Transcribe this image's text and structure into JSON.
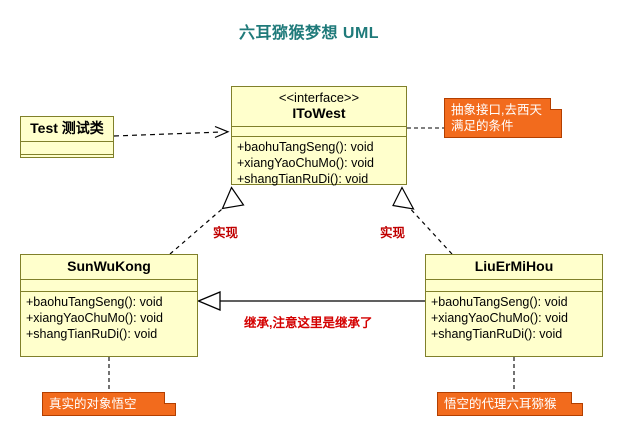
{
  "diagram": {
    "title": "六耳猕猴梦想 UML",
    "title_color": "#1f7a7a",
    "background": "#ffffff",
    "class_fill": "#ffffcc",
    "class_border": "#80802a",
    "note_fill": "#f26b1d",
    "note_border": "#b33f00",
    "label_color": "#c00000"
  },
  "classes": {
    "test": {
      "name": "Test 测试类",
      "stereotype": "",
      "attributes": [],
      "operations": []
    },
    "itowest": {
      "name": "IToWest",
      "stereotype": "<<interface>>",
      "attributes": [],
      "operations": [
        "+baohuTangSeng(): void",
        "+xiangYaoChuMo(): void",
        "+shangTianRuDi(): void"
      ]
    },
    "sunwukong": {
      "name": "SunWuKong",
      "stereotype": "",
      "attributes": [],
      "operations": [
        "+baohuTangSeng(): void",
        "+xiangYaoChuMo(): void",
        "+shangTianRuDi(): void"
      ]
    },
    "liuermihou": {
      "name": "LiuErMiHou",
      "stereotype": "",
      "attributes": [],
      "operations": [
        "+baohuTangSeng(): void",
        "+xiangYaoChuMo(): void",
        "+shangTianRuDi(): void"
      ]
    }
  },
  "notes": {
    "interface_note": {
      "lines": [
        "抽象接口,去西天",
        "满足的条件"
      ],
      "attached_to": "IToWest"
    },
    "sunwukong_note": {
      "lines": [
        "真实的对象悟空"
      ],
      "attached_to": "SunWuKong"
    },
    "liuermihou_note": {
      "lines": [
        "悟空的代理六耳猕猴"
      ],
      "attached_to": "LiuErMiHou"
    }
  },
  "relationships": {
    "test_uses_itowest": {
      "label": "",
      "type": "dependency",
      "from": "Test 测试类",
      "to": "IToWest"
    },
    "swk_realizes": {
      "label": "实现",
      "type": "realization",
      "from": "SunWuKong",
      "to": "IToWest"
    },
    "lemh_realizes": {
      "label": "实现",
      "type": "realization",
      "from": "LiuErMiHou",
      "to": "IToWest"
    },
    "lemh_extends_swk": {
      "label": "继承,注意这里是继承了",
      "type": "generalization",
      "from": "LiuErMiHou",
      "to": "SunWuKong"
    }
  }
}
